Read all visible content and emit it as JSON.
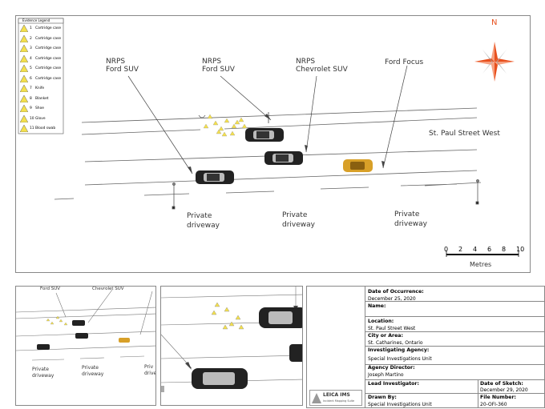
{
  "legend": {
    "title": "Evidence Legend",
    "items": [
      {
        "num": "1",
        "label": "Cartridge case"
      },
      {
        "num": "2",
        "label": "Cartridge case"
      },
      {
        "num": "3",
        "label": "Cartridge case"
      },
      {
        "num": "4",
        "label": "Cartridge case"
      },
      {
        "num": "5",
        "label": "Cartridge case"
      },
      {
        "num": "6",
        "label": "Cartridge case"
      },
      {
        "num": "7",
        "label": "Knife"
      },
      {
        "num": "8",
        "label": "Blanket"
      },
      {
        "num": "9",
        "label": "Shoe"
      },
      {
        "num": "10",
        "label": "Glove"
      },
      {
        "num": "11",
        "label": "Blood swab"
      }
    ]
  },
  "compass": {
    "north": "N"
  },
  "labels": {
    "nrps_suv_1_line1": "NRPS",
    "nrps_suv_1_line2": "Ford SUV",
    "nrps_suv_2_line1": "NRPS",
    "nrps_suv_2_line2": "Ford SUV",
    "nrps_chev_line1": "NRPS",
    "nrps_chev_line2": "Chevrolet SUV",
    "ford_focus": "Ford Focus",
    "street": "St. Paul Street West",
    "driveway_1_line1": "Private",
    "driveway_1_line2": "driveway",
    "driveway_2_line1": "Private",
    "driveway_2_line2": "driveway",
    "driveway_3_line1": "Private",
    "driveway_3_line2": "driveway"
  },
  "scale": {
    "ticks": [
      "0",
      "2",
      "4",
      "6",
      "8",
      "10"
    ],
    "unit": "Metres"
  },
  "inset_left": {
    "ford_suv": "Ford SUV",
    "chevrolet_suv": "Chevrolet SUV",
    "driveway_1_line1": "Private",
    "driveway_1_line2": "driveway",
    "driveway_2_line1": "Private",
    "driveway_2_line2": "driveway",
    "driveway_3_line1": "Priv",
    "driveway_3_line2": "drive"
  },
  "info": {
    "date_occurrence_label": "Date of Occurrence:",
    "date_occurrence_value": "December 25, 2020",
    "name_label": "Name:",
    "location_label": "Location:",
    "location_value": "St. Paul Street West",
    "city_label": "City or Area:",
    "city_value": "St. Catharines, Ontario",
    "agency_label": "Investigating Agency:",
    "agency_value": "Special Investigations Unit",
    "director_label": "Agency Director:",
    "director_value": "Joseph Martino",
    "lead_label": "Lead Investigator:",
    "sketch_date_label": "Date of Sketch:",
    "sketch_date_value": "December 29, 2020",
    "drawn_by_label": "Drawn By:",
    "drawn_by_value": "Special Investigations Unit",
    "file_number_label": "File Number:",
    "file_number_value": "20-OFI-360",
    "logo_title": "LEICA IMS",
    "logo_subtitle": "Incident Mapping Suite"
  },
  "colors": {
    "evidence": "#f4e04d",
    "compass_orange": "#e8501e",
    "compass_grey": "#9a9a9a",
    "focus_car": "#d8a028"
  }
}
